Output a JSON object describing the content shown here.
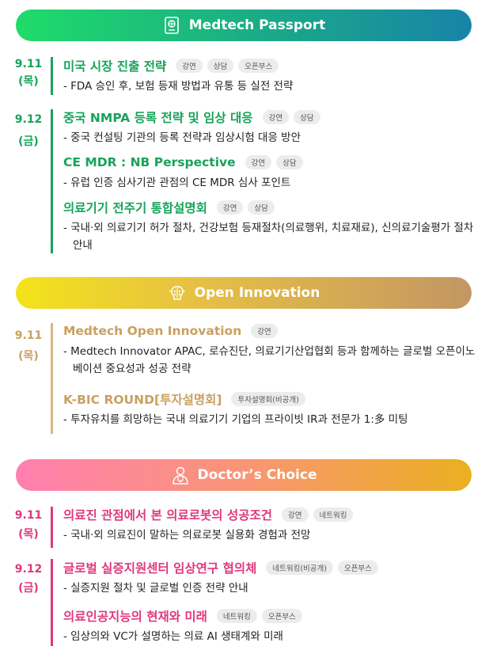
{
  "sections": [
    {
      "title": "Medtech Passport",
      "icon": "passport-icon",
      "days": [
        {
          "date": "9.11",
          "weekday": "(목)",
          "items": [
            {
              "title": "미국 시장 진출 전략",
              "tags": [
                "강연",
                "상담",
                "오픈부스"
              ],
              "desc": "- FDA 승인 후, 보험 등재 방법과 유통 등 실전 전략"
            }
          ]
        },
        {
          "date": "9.12",
          "weekday": "(금)",
          "items": [
            {
              "title": "중국 NMPA 등록 전략 및 임상 대응",
              "tags": [
                "강연",
                "상담"
              ],
              "desc": "- 중국 컨설팅 기관의 등록 전략과 임상시험 대응 방안"
            },
            {
              "title": "CE MDR : NB Perspective",
              "tags": [
                "강연",
                "상담"
              ],
              "desc": "- 유럽 인증 심사기관 관점의 CE MDR 심사 포인트"
            },
            {
              "title": "의료기기 전주기 통합설명회",
              "tags": [
                "강연",
                "상담"
              ],
              "desc": "- 국내·외 의료기기 허가 절차, 건강보험 등재절차(의료행위, 치료재료), 신의료기술평가 절차 안내"
            }
          ]
        }
      ]
    },
    {
      "title": "Open Innovation",
      "icon": "brain-circuit-icon",
      "days": [
        {
          "date": "9.11",
          "weekday": "(목)",
          "items": [
            {
              "title": "Medtech Open Innovation",
              "tags": [
                "강연"
              ],
              "desc": "- Medtech Innovator APAC, 로슈진단, 의료기기산업협회 등과 함께하는 글로벌 오픈이노베이션 중요성과 성공 전략"
            },
            {
              "title": "K-BIC ROUND[투자설명회]",
              "tags": [
                "투자설명회(비공개)"
              ],
              "desc": "- 투자유치를 희망하는 국내 의료기기 기업의 프라이빗 IR과 전문가 1:多 미팅"
            }
          ]
        }
      ]
    },
    {
      "title": "Doctor’s Choice",
      "icon": "doctor-icon",
      "days": [
        {
          "date": "9.11",
          "weekday": "(목)",
          "items": [
            {
              "title": "의료진 관점에서 본 의료로봇의 성공조건",
              "tags": [
                "강연",
                "네트워킹"
              ],
              "desc": "- 국내·외 의료진이 말하는 의료로봇 실용화 경험과 전망"
            }
          ]
        },
        {
          "date": "9.12",
          "weekday": "(금)",
          "items": [
            {
              "title": "글로벌 실증지원센터 임상연구 협의체",
              "tags": [
                "네트워킹(비공개)",
                "오픈부스"
              ],
              "desc": "- 실증지원 절차 및 글로벌 인증 전략 안내"
            },
            {
              "title": "의료인공지능의 현재와 미래",
              "tags": [
                "네트워킹",
                "오픈부스"
              ],
              "desc": "- 임상의와 VC가 설명하는 의료 AI 생태계와 미래"
            }
          ]
        }
      ]
    }
  ],
  "colors": {
    "green": "#18a35a",
    "gold": "#c9a060",
    "pink": "#e0387c"
  }
}
